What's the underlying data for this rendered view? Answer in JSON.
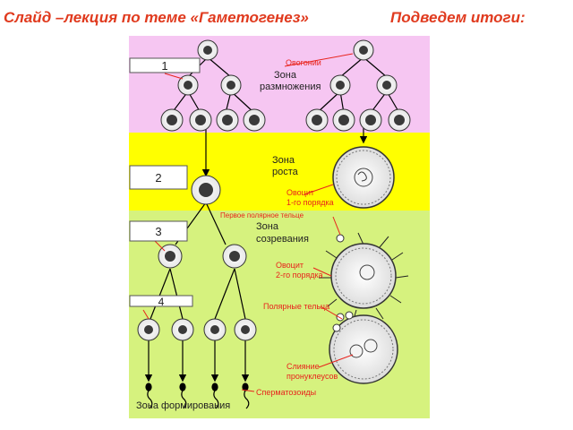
{
  "header": {
    "title": "Слайд –лекция  по теме «Гаметогенез»",
    "right": "Подведем итоги:"
  },
  "colors": {
    "zone_multiplication": "#f6c6f2",
    "zone_growth": "#ffff00",
    "zone_maturation": "#d6f27e",
    "label_red": "#e8231c",
    "header_red": "#e03a1e",
    "cell_border": "#333333"
  },
  "number_boxes": [
    "1",
    "2",
    "3",
    "4"
  ],
  "labels": {
    "oogonia": "Овогонии",
    "zone_multiplication_1": "Зона",
    "zone_multiplication_2": "размножения",
    "zone_growth_1": "Зона",
    "zone_growth_2": "роста",
    "oocyte1_1": "Овоцит",
    "oocyte1_2": "1-го порядка",
    "first_polar_body": "Первое полярное тельце",
    "zone_maturation_1": "Зона",
    "zone_maturation_2": "созревания",
    "oocyte2_1": "Овоцит",
    "oocyte2_2": "2-го порядка",
    "polar_bodies": "Полярные тельца",
    "fusion_1": "Слияние",
    "fusion_2": "пронуклеусов",
    "spermatozoa": "Сперматозоиды",
    "zone_formation": "Зона формирования"
  }
}
